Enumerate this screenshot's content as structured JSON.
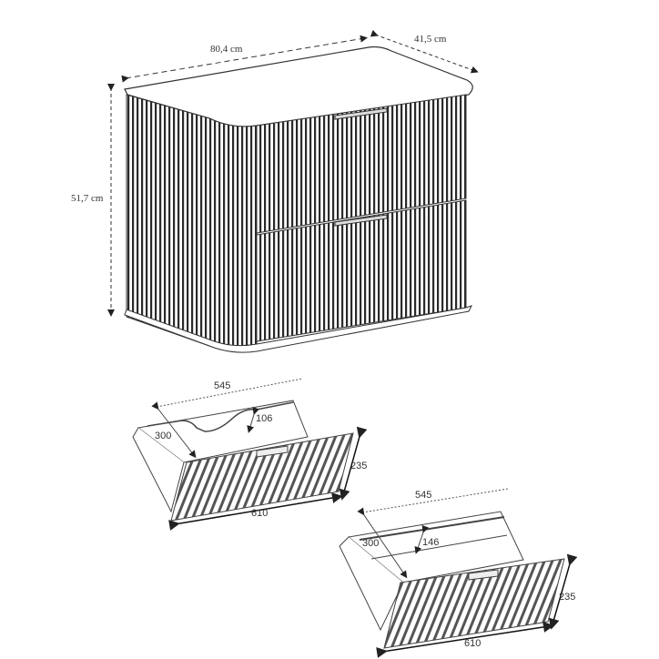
{
  "cabinet": {
    "width_label": "80,4 cm",
    "depth_label": "41,5 cm",
    "height_label": "51,7 cm"
  },
  "drawer_top": {
    "inner_width_label": "545",
    "inner_depth_label": "300",
    "cutout_height_label": "106",
    "front_height_label": "235",
    "front_width_label": "610"
  },
  "drawer_bottom": {
    "inner_width_label": "545",
    "inner_depth_label": "300",
    "side_height_label": "146",
    "front_height_label": "235",
    "front_width_label": "610"
  },
  "colors": {
    "line": "#333333",
    "slat": "#2a2a2a",
    "background": "#ffffff"
  }
}
